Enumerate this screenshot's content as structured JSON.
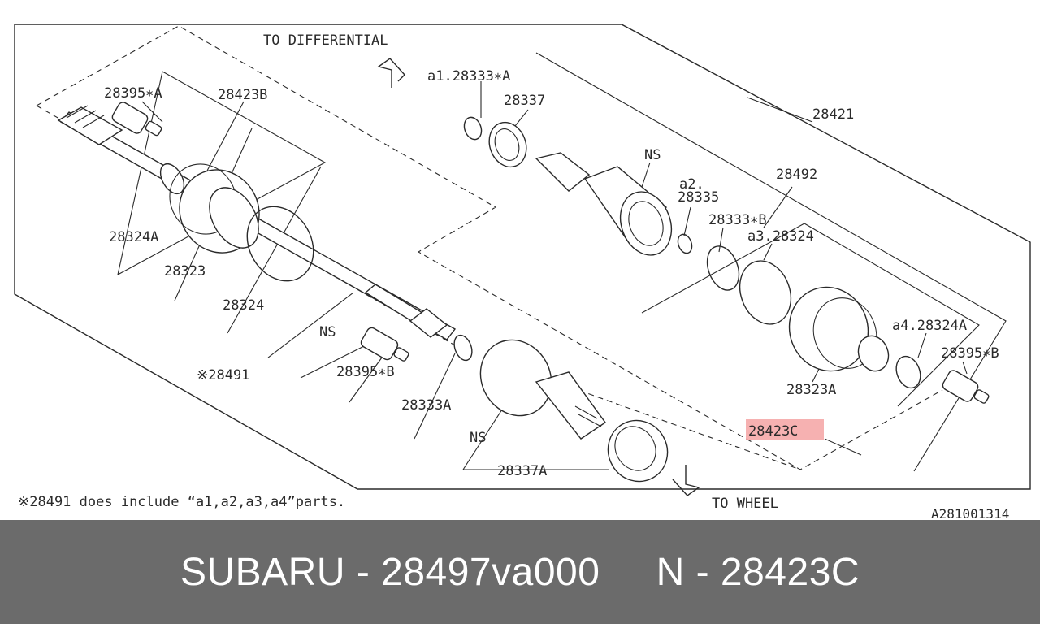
{
  "diagram": {
    "direction_top": "TO DIFFERENTIAL",
    "direction_bottom": "TO WHEEL",
    "footnote": "※28491 does include “a1,a2,a3,a4”parts.",
    "ref_code": "A281001314",
    "highlighted_part": "28423C",
    "labels": {
      "p28395A": "28395∗A",
      "p28423B": "28423B",
      "p28324A": "28324A",
      "p28323": "28323",
      "p28324": "28324",
      "p28491": "※28491",
      "ns1": "NS",
      "p28395B_left": "28395∗B",
      "p28333A": "28333A",
      "ns2": "NS",
      "p28337A": "28337A",
      "a1": "a1.28333∗A",
      "p28337": "28337",
      "p28421": "28421",
      "ns3": "NS",
      "p28492": "28492",
      "a2_line1": "a2.",
      "a2_line2": "28335",
      "p28333B": "28333∗B",
      "a3": "a3.28324",
      "a4": "a4.28324A",
      "p28395B_right": "28395∗B",
      "p28323A": "28323A",
      "p28423C": "28423C"
    }
  },
  "footer": {
    "caption": "SUBARU - 28497va000     N - 28423C",
    "background": "#6b6b6b",
    "text_color": "#ffffff"
  },
  "colors": {
    "line": "#2a2a2a",
    "highlight": "#f4a3a3"
  }
}
